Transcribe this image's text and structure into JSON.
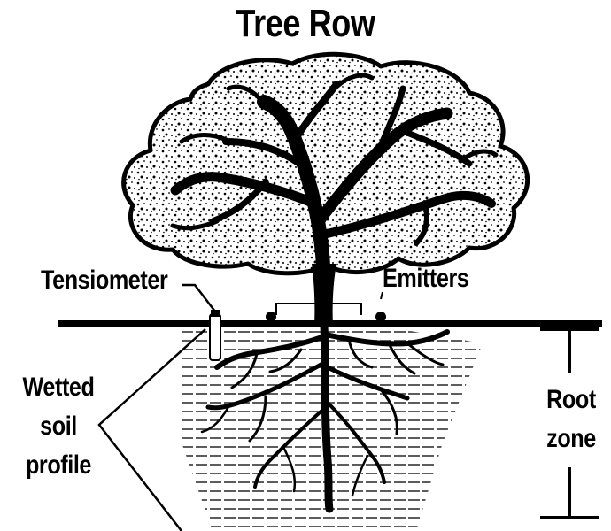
{
  "title": "Tree Row",
  "labels": {
    "tensiometer": "Tensiometer",
    "emitters": "Emitters",
    "wetted_soil_profile": "Wetted soil profile",
    "root_zone": "Root zone"
  },
  "colors": {
    "ink": "#000000",
    "background": "#ffffff",
    "canopy_fill": "#ffffff"
  }
}
